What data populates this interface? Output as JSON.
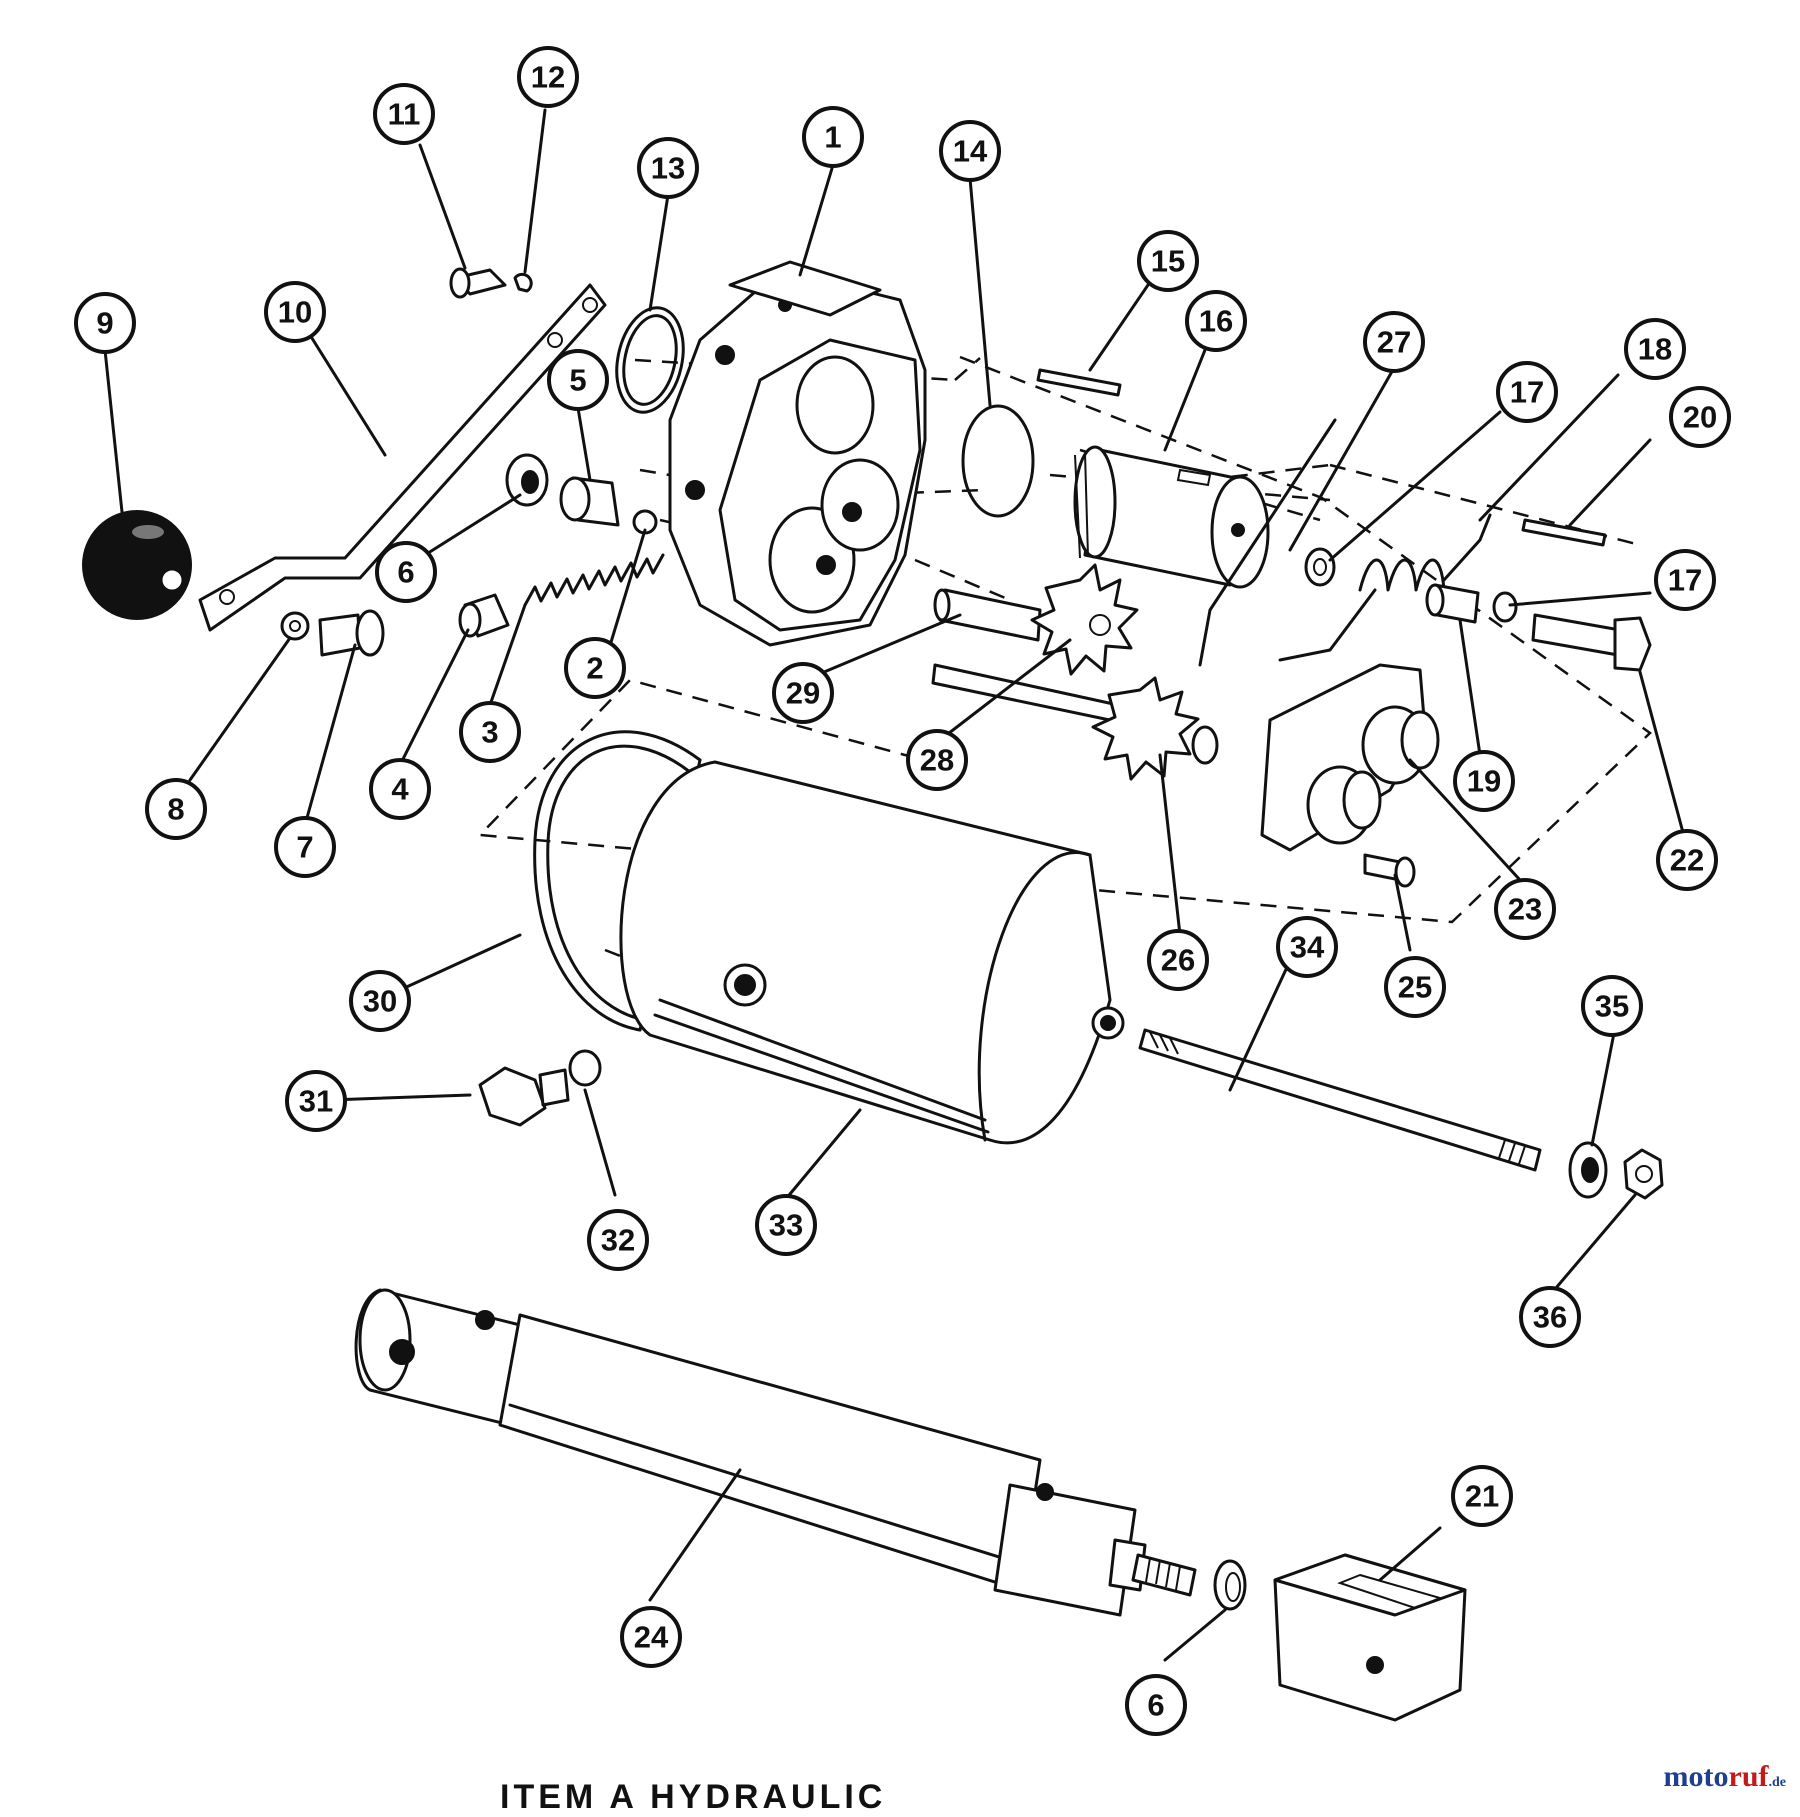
{
  "diagram": {
    "type": "exploded-parts-diagram",
    "callouts": [
      {
        "id": "c1",
        "label": "1"
      },
      {
        "id": "c2",
        "label": "2"
      },
      {
        "id": "c3",
        "label": "3"
      },
      {
        "id": "c4",
        "label": "4"
      },
      {
        "id": "c5",
        "label": "5"
      },
      {
        "id": "c6a",
        "label": "6"
      },
      {
        "id": "c6b",
        "label": "6"
      },
      {
        "id": "c7",
        "label": "7"
      },
      {
        "id": "c8",
        "label": "8"
      },
      {
        "id": "c9",
        "label": "9"
      },
      {
        "id": "c10",
        "label": "10"
      },
      {
        "id": "c11",
        "label": "11"
      },
      {
        "id": "c12",
        "label": "12"
      },
      {
        "id": "c13",
        "label": "13"
      },
      {
        "id": "c14",
        "label": "14"
      },
      {
        "id": "c15",
        "label": "15"
      },
      {
        "id": "c16",
        "label": "16"
      },
      {
        "id": "c17a",
        "label": "17"
      },
      {
        "id": "c17b",
        "label": "17"
      },
      {
        "id": "c18",
        "label": "18"
      },
      {
        "id": "c19",
        "label": "19"
      },
      {
        "id": "c20",
        "label": "20"
      },
      {
        "id": "c21",
        "label": "21"
      },
      {
        "id": "c22",
        "label": "22"
      },
      {
        "id": "c23",
        "label": "23"
      },
      {
        "id": "c24",
        "label": "24"
      },
      {
        "id": "c25",
        "label": "25"
      },
      {
        "id": "c26",
        "label": "26"
      },
      {
        "id": "c27",
        "label": "27"
      },
      {
        "id": "c28",
        "label": "28"
      },
      {
        "id": "c29",
        "label": "29"
      },
      {
        "id": "c30",
        "label": "30"
      },
      {
        "id": "c31",
        "label": "31"
      },
      {
        "id": "c32",
        "label": "32"
      },
      {
        "id": "c33",
        "label": "33"
      },
      {
        "id": "c34",
        "label": "34"
      },
      {
        "id": "c35",
        "label": "35"
      },
      {
        "id": "c36",
        "label": "36"
      }
    ]
  },
  "caption": "ITEM A HYDRAULIC",
  "watermark": {
    "part1": "moto",
    "part2": "ruf",
    "part3": ".de"
  }
}
